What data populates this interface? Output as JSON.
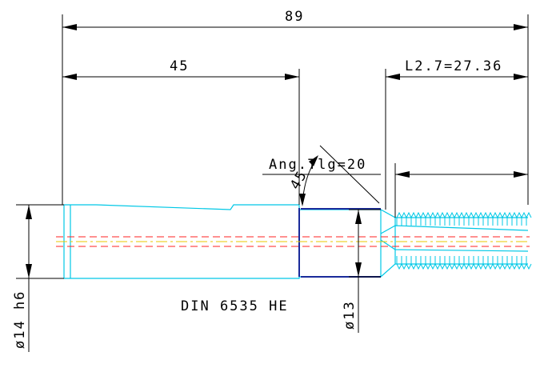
{
  "drawing": {
    "dimensions": {
      "overall_length": "89",
      "shank_length": "45",
      "tip_length": "L2.7=27.36",
      "angle_label": "Ang.Tlg=20",
      "chamfer_label": "45",
      "shank_diameter": "ø14 h6",
      "neck_diameter": "ø13"
    },
    "standard_label": "DIN 6535 HE",
    "colors": {
      "part": "#00c8e6",
      "dimension": "#000000",
      "centerline_red": "#ff2020",
      "centerline_yellow": "#e8c800",
      "edge": "#1a2a9a"
    }
  }
}
